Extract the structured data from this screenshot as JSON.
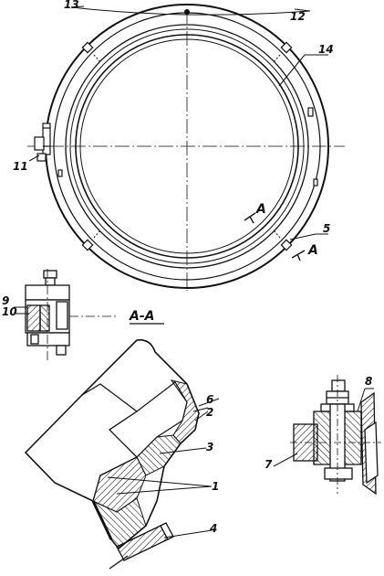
{
  "figure": {
    "callouts": [
      "1",
      "2",
      "3",
      "4",
      "5",
      "6",
      "7",
      "8",
      "9",
      "10",
      "11",
      "12",
      "13",
      "14"
    ],
    "section_marker": "A",
    "section_title": "A-A"
  }
}
